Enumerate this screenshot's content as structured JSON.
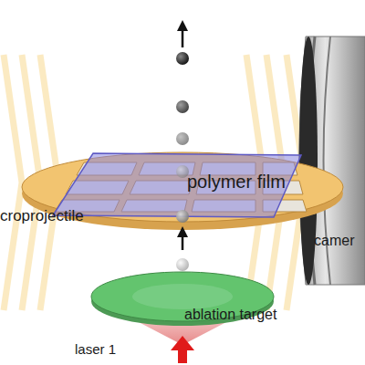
{
  "diagram": {
    "labels": [
      "polymer film",
      "croprojectile",
      "ablation target",
      "laser 1",
      "camer"
    ]
  }
}
